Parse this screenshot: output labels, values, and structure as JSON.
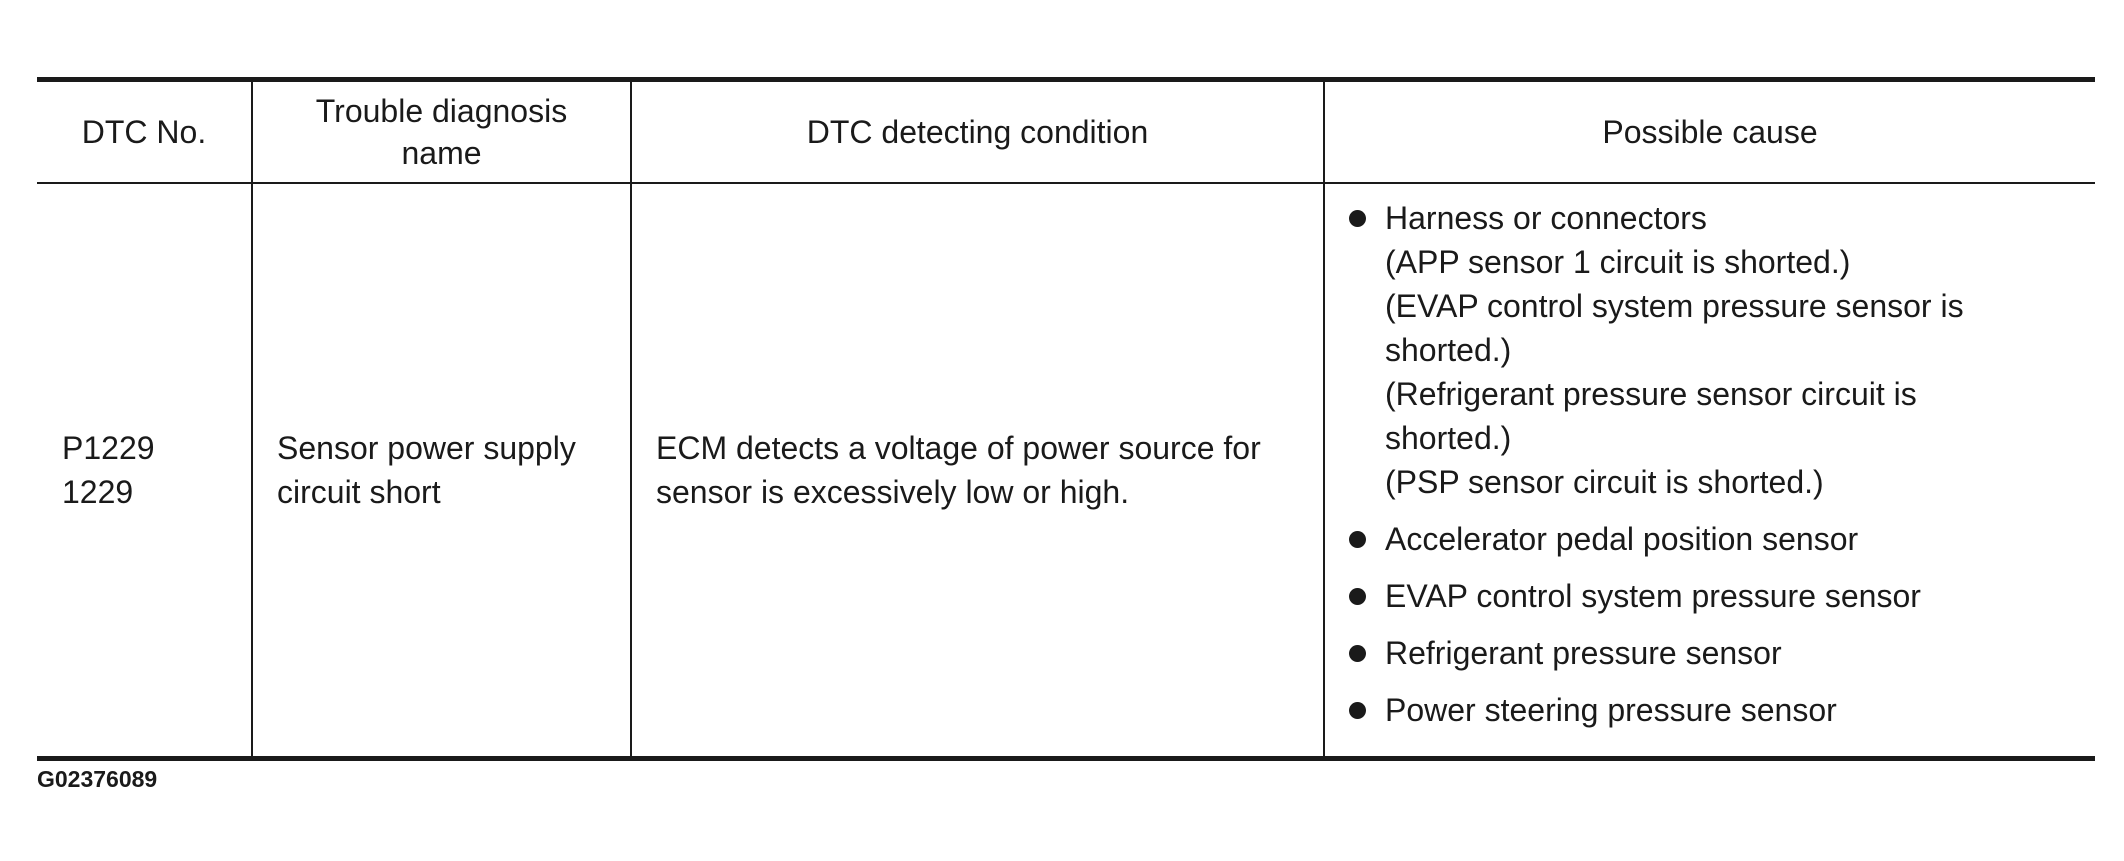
{
  "table": {
    "headers": {
      "dtc_no": "DTC No.",
      "trouble_name": "Trouble diagnosis name",
      "condition": "DTC detecting condition",
      "cause": "Possible cause"
    },
    "row": {
      "dtc_lines": [
        "P1229",
        "1229"
      ],
      "trouble_name": "Sensor power supply circuit short",
      "condition": "ECM detects a voltage of power source for sensor is excessively low or high.",
      "causes": [
        {
          "label": "Harness or connectors",
          "details": [
            "(APP sensor 1 circuit is shorted.)",
            "(EVAP control system pressure sensor is shorted.)",
            "(Refrigerant pressure sensor circuit is shorted.)",
            "(PSP sensor circuit is shorted.)"
          ]
        },
        {
          "label": "Accelerator pedal position sensor",
          "details": []
        },
        {
          "label": "EVAP control system pressure sensor",
          "details": []
        },
        {
          "label": "Refrigerant pressure sensor",
          "details": []
        },
        {
          "label": "Power steering pressure sensor",
          "details": []
        }
      ]
    }
  },
  "figure_code": "G02376089"
}
